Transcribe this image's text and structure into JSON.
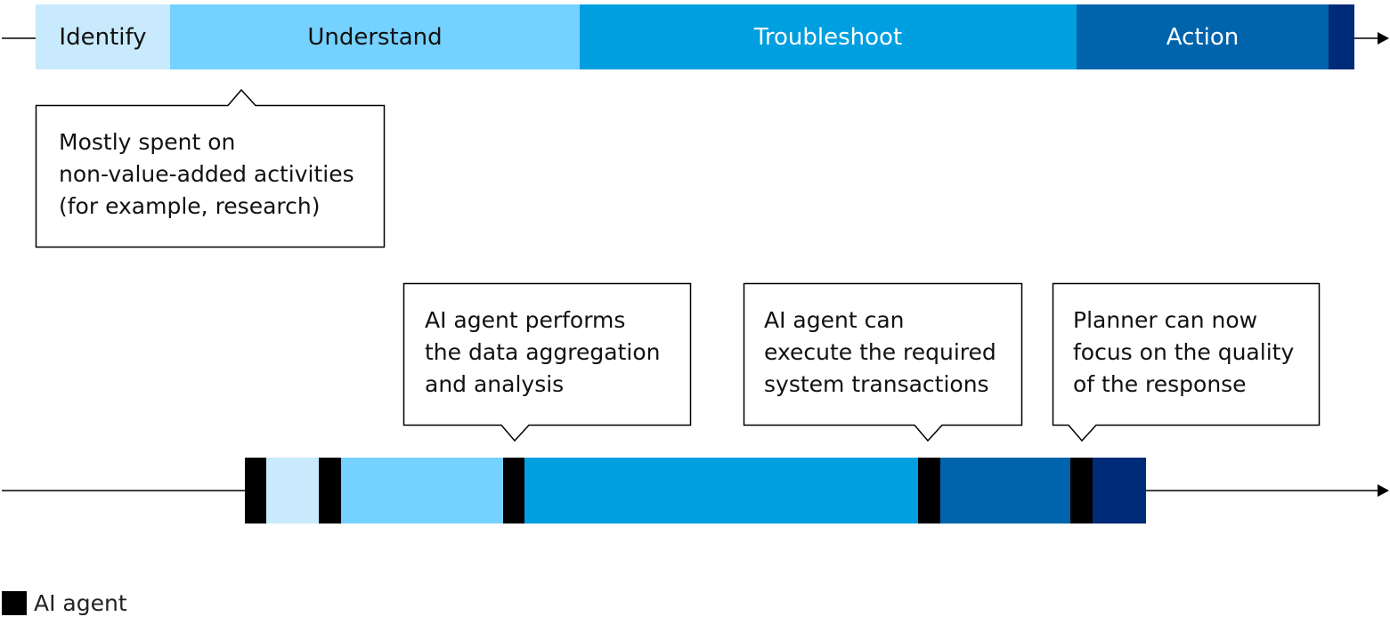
{
  "colors": {
    "identify": "#c8eafc",
    "understand": "#75d1ff",
    "troubleshoot": "#009fe0",
    "action": "#0064ad",
    "final": "#002b78",
    "ai_agent": "#000000"
  },
  "current_process": {
    "stages": [
      {
        "label": "Identify"
      },
      {
        "label": "Understand"
      },
      {
        "label": "Troubleshoot"
      },
      {
        "label": "Action"
      }
    ]
  },
  "callouts": [
    {
      "lines": [
        "Mostly spent on",
        "non-value-added activities",
        "(for example, research)"
      ]
    },
    {
      "lines": [
        "AI agent performs",
        "the data aggregation",
        "and analysis"
      ]
    },
    {
      "lines": [
        "AI agent can",
        "execute the required",
        "system transactions"
      ]
    },
    {
      "lines": [
        "Planner can now",
        "focus on the quality",
        "of the response"
      ]
    }
  ],
  "legend": {
    "label": "AI agent"
  }
}
